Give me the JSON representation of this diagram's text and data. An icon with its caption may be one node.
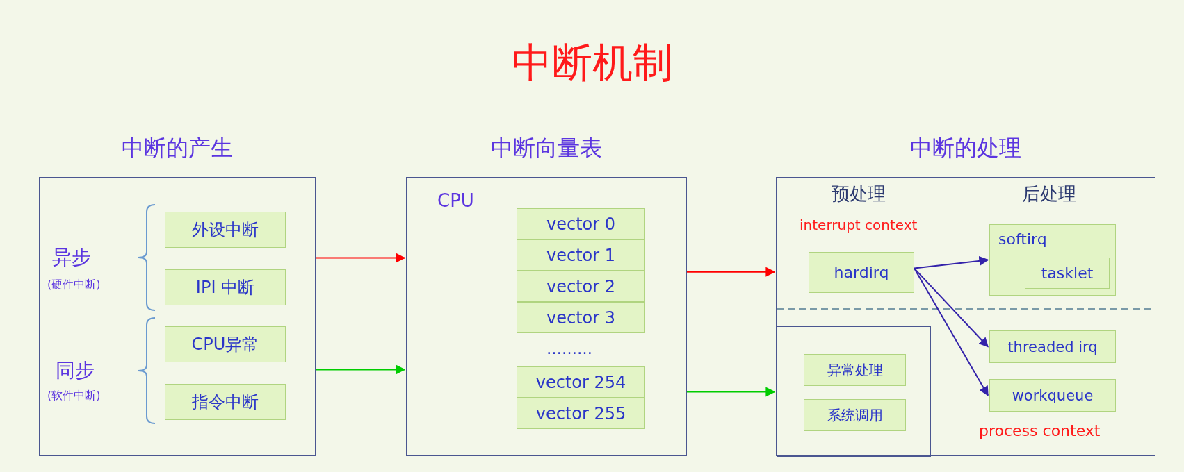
{
  "diagram": {
    "title": "中断机制",
    "nodes": [
      {
        "text": [
          "中断的产生"
        ]
      },
      {
        "text": [
          "外设中断"
        ],
        "in": 0
      },
      {
        "text": [
          "IPI 中断"
        ],
        "in": 0
      },
      {
        "text": [
          "CPU异常"
        ],
        "in": 0
      },
      {
        "text": [
          "指令中断"
        ],
        "in": 0
      },
      {
        "text": [
          "中断向量表",
          "CPU"
        ]
      },
      {
        "text": [
          "vector  0"
        ],
        "in": 5
      },
      {
        "text": [
          "vector  1"
        ],
        "in": 5
      },
      {
        "text": [
          "vector  2"
        ],
        "in": 5
      },
      {
        "text": [
          "vector  3"
        ],
        "in": 5
      },
      {
        "text": [
          "vector 254"
        ],
        "in": 5
      },
      {
        "text": [
          "vector 255"
        ],
        "in": 5
      },
      {
        "text": [
          "中断的处理"
        ]
      },
      {
        "text": [],
        "shape": "box",
        "in": 12
      },
      {
        "text": [
          "异常处理"
        ],
        "in": 13
      },
      {
        "text": [
          "系统调用"
        ],
        "in": 13
      },
      {
        "text": [
          "hardirq"
        ],
        "in": 12
      },
      {
        "text": [
          "softirq"
        ],
        "in": 12
      },
      {
        "text": [
          "tasklet"
        ],
        "in": 17
      },
      {
        "text": [
          "threaded irq"
        ],
        "in": 12
      },
      {
        "text": [
          "workqueue"
        ],
        "in": 12
      }
    ],
    "edges": [
      {
        "from": 0,
        "to": 5,
        "arrow": "to",
        "color": "#ff0000"
      },
      {
        "from": 0,
        "to": 5,
        "arrow": "to",
        "color": "#00cc00"
      },
      {
        "from": 5,
        "to": 12,
        "arrow": "to",
        "color": "#ff0000"
      },
      {
        "from": 5,
        "to": 12,
        "arrow": "to",
        "color": "#00cc00"
      },
      {
        "from": 16,
        "to": 17,
        "arrow": "to",
        "color": "#3322aa"
      },
      {
        "from": 16,
        "to": 19,
        "arrow": "to",
        "color": "#3322aa"
      },
      {
        "from": 16,
        "to": 20,
        "arrow": "to",
        "color": "#3322aa"
      }
    ],
    "labels": [
      "异步",
      "(硬件中断)",
      "同步",
      "(软件中断)",
      "………",
      "预处理",
      "后处理",
      "interrupt context",
      "process context"
    ]
  }
}
